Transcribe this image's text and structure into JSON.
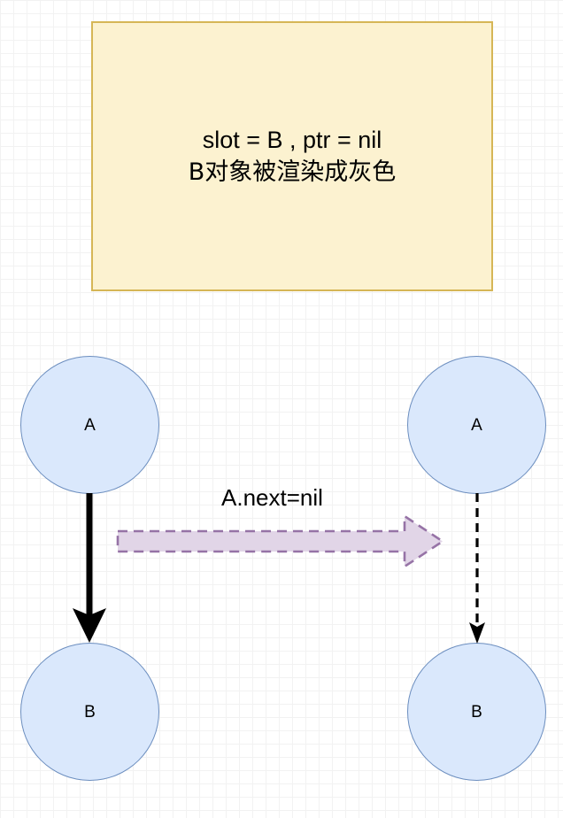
{
  "diagram": {
    "title_note": {
      "line1": "slot = B , ptr = nil",
      "line2": "B对象被渲染成灰色",
      "fill_color": "#fcf2d0",
      "border_color": "#d6b656"
    },
    "nodes": [
      {
        "id": "a-left",
        "label": "A",
        "side": "left",
        "row": "top"
      },
      {
        "id": "b-left",
        "label": "B",
        "side": "left",
        "row": "bottom"
      },
      {
        "id": "a-right",
        "label": "A",
        "side": "right",
        "row": "top"
      },
      {
        "id": "b-right",
        "label": "B",
        "side": "right",
        "row": "bottom"
      }
    ],
    "node_style": {
      "fill_color": "#dae8fc",
      "border_color": "#6c8ebf"
    },
    "edges": [
      {
        "id": "left-a-to-b",
        "from": "a-left",
        "to": "b-left",
        "style": "solid",
        "color": "#000000"
      },
      {
        "id": "right-a-to-b",
        "from": "a-right",
        "to": "b-right",
        "style": "dashed",
        "color": "#000000"
      }
    ],
    "transition": {
      "label": "A.next=nil",
      "fill_color": "#e1d5e7",
      "border_color": "#9673a6",
      "border_style": "dashed",
      "direction": "right"
    },
    "background": {
      "minor_grid_color": "#f2f2f2",
      "major_grid_color": "#c9c9c9",
      "canvas_color": "#ffffff"
    }
  }
}
